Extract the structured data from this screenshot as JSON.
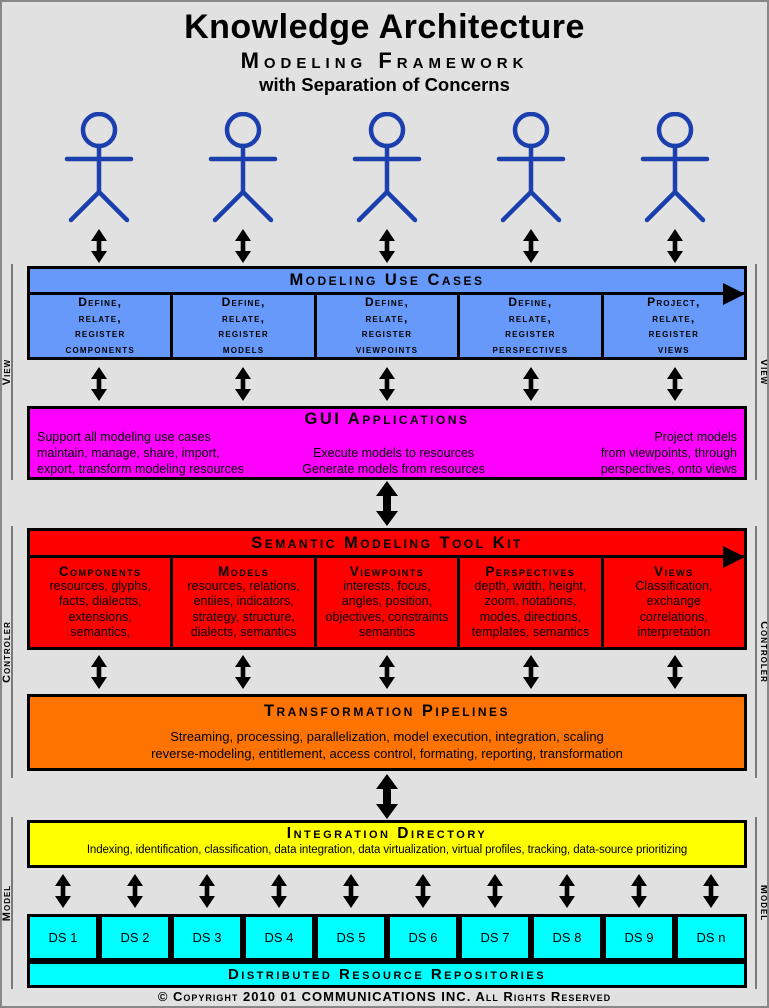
{
  "page": {
    "title": "Knowledge Architecture",
    "subtitle": "Modeling Framework",
    "tagline": "with Separation of Concerns",
    "copyright": "© Copyright 2010 01 COMMUNICATIONS INC. All Rights Reserved"
  },
  "rails": {
    "view": "View",
    "controler": "Controler",
    "model": "Model"
  },
  "use_cases": {
    "title": "Modeling Use Cases",
    "cells": [
      {
        "text": "Define,\nrelate,\nregister\ncomponents"
      },
      {
        "text": "Define,\nrelate,\nregister\nmodels"
      },
      {
        "text": "Define,\nrelate,\nregister\nviewpoints"
      },
      {
        "text": "Define,\nrelate,\nregister\nperspectives"
      },
      {
        "text": "Project,\nrelate,\nregister\nviews"
      }
    ]
  },
  "gui": {
    "title": "GUI Applications",
    "left": "Support all modeling use cases\nmaintain, manage, share, import,\nexport, transform modeling resources",
    "center": "Execute models to resources\nGenerate models from resources",
    "right": "Project models\nfrom viewpoints, through\nperspectives, onto views"
  },
  "toolkit": {
    "title": "Semantic Modeling Tool Kit",
    "columns": [
      {
        "header": "Components",
        "body": "resources, glyphs,\nfacts, dialectts,\nextensions,\nsemantics,"
      },
      {
        "header": "Models",
        "body": "resources, relations,\nentiies, indicators,\nstrategy, structure,\ndialects, semantics"
      },
      {
        "header": "Viewpoints",
        "body": "interests, focus,\nangles, position,\nobjectives, constraints\nsemantics"
      },
      {
        "header": "Perspectives",
        "body": "depth, width, height,\nzoom, notations,\nmodes, directions,\ntemplates, semantics"
      },
      {
        "header": "Views",
        "body": "Classification,\nexchange\ncorrelations,\ninterpretation"
      }
    ]
  },
  "pipelines": {
    "title": "Transformation Pipelines",
    "body": "Streaming, processing, parallelization, model execution, integration, scaling\nreverse-modeling, entitlement, access control, formating, reporting, transformation"
  },
  "directory": {
    "title": "Integration Directory",
    "body": "Indexing, identification, classification, data integration, data virtualization, virtual profiles, tracking, data-source prioritizing"
  },
  "datasources": {
    "labels": [
      "DS 1",
      "DS 2",
      "DS 3",
      "DS 4",
      "DS 5",
      "DS 6",
      "DS 7",
      "DS 8",
      "DS 9",
      "DS n"
    ]
  },
  "repositories": {
    "title": "Distributed Resource Repositories"
  },
  "colors": {
    "background": "#e1e1e1",
    "use_cases": "#6699fa",
    "gui": "#ff00ff",
    "toolkit": "#ff0000",
    "pipelines": "#ff7300",
    "directory": "#ffff00",
    "datasource": "#00ffff",
    "actor": "#1c3fae"
  }
}
